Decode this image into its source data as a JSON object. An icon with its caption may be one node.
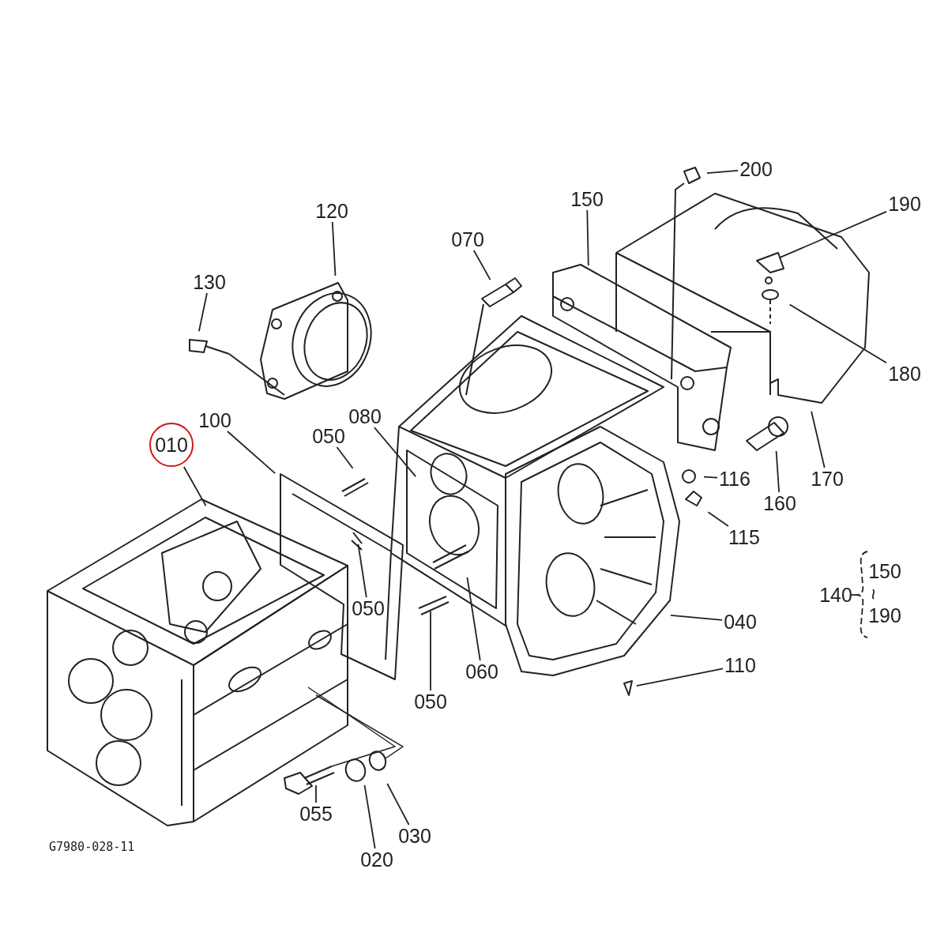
{
  "diagram": {
    "nodes": [
      {
        "text": [
          "010"
        ]
      },
      {
        "text": [
          "100"
        ]
      },
      {
        "text": [
          "120"
        ]
      },
      {
        "text": [
          "130"
        ]
      },
      {
        "text": [
          "070"
        ]
      },
      {
        "text": [
          "050"
        ]
      },
      {
        "text": [
          "080"
        ]
      },
      {
        "text": [
          "150"
        ]
      },
      {
        "text": [
          "200"
        ]
      },
      {
        "text": [
          "190"
        ]
      },
      {
        "text": [
          "180"
        ]
      },
      {
        "text": [
          "170"
        ]
      },
      {
        "text": [
          "160"
        ]
      },
      {
        "text": [
          "116"
        ]
      },
      {
        "text": [
          "115"
        ]
      },
      {
        "text": [
          "050"
        ]
      },
      {
        "text": [
          "060"
        ]
      },
      {
        "text": [
          "050"
        ]
      },
      {
        "text": [
          "040"
        ]
      },
      {
        "text": [
          "110"
        ]
      },
      {
        "text": [
          "055"
        ]
      },
      {
        "text": [
          "020"
        ]
      },
      {
        "text": [
          "030"
        ]
      },
      {
        "text": [
          "140"
        ]
      }
    ],
    "edges": [
      {
        "from": 0,
        "to": null,
        "arrow": "none"
      },
      {
        "from": 1,
        "to": null,
        "arrow": "none"
      },
      {
        "from": 2,
        "to": null,
        "arrow": "none"
      },
      {
        "from": 3,
        "to": null,
        "arrow": "none"
      },
      {
        "from": 4,
        "to": null,
        "arrow": "none"
      },
      {
        "from": 5,
        "to": null,
        "arrow": "none"
      },
      {
        "from": 6,
        "to": null,
        "arrow": "none"
      },
      {
        "from": 7,
        "to": null,
        "arrow": "none"
      },
      {
        "from": 8,
        "to": null,
        "arrow": "none"
      },
      {
        "from": 9,
        "to": null,
        "arrow": "none"
      },
      {
        "from": 10,
        "to": null,
        "arrow": "none"
      },
      {
        "from": 11,
        "to": null,
        "arrow": "none"
      },
      {
        "from": 12,
        "to": null,
        "arrow": "none"
      },
      {
        "from": 13,
        "to": null,
        "arrow": "none"
      },
      {
        "from": 14,
        "to": null,
        "arrow": "none"
      },
      {
        "from": 15,
        "to": null,
        "arrow": "none"
      },
      {
        "from": 16,
        "to": null,
        "arrow": "none"
      },
      {
        "from": 17,
        "to": null,
        "arrow": "none"
      },
      {
        "from": 18,
        "to": null,
        "arrow": "none"
      },
      {
        "from": 19,
        "to": null,
        "arrow": "none"
      },
      {
        "from": 20,
        "to": null,
        "arrow": "none"
      },
      {
        "from": 21,
        "to": null,
        "arrow": "none"
      },
      {
        "from": 22,
        "to": null,
        "arrow": "none"
      }
    ],
    "labels": [
      "150",
      "~",
      "190",
      "G7980-028-11"
    ]
  }
}
